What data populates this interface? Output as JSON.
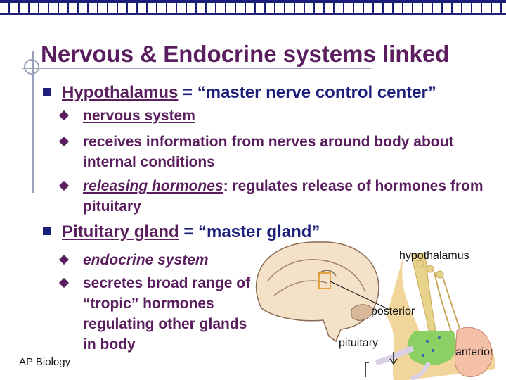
{
  "title": "Nervous & Endocrine systems linked",
  "sections": [
    {
      "term": "Hypothalamus",
      "definition": " = “master nerve control center”",
      "items": [
        {
          "label": "nervous system"
        },
        {
          "label": "receives information from nerves around body about internal conditions"
        },
        {
          "emph": "releasing hormones",
          "rest": ": regulates release of hormones from pituitary"
        }
      ]
    },
    {
      "term": "Pituitary gland",
      "definition": " = “master gland”",
      "items": [
        {
          "label": "endocrine system"
        },
        {
          "label": "secretes broad range of “tropic” hormones regulating other glands in body"
        }
      ]
    }
  ],
  "figure": {
    "labels": {
      "hypothalamus": "hypothalamus",
      "posterior": "posterior",
      "pituitary": "pituitary",
      "anterior": "anterior"
    },
    "colors": {
      "tissue": "#f2d59b",
      "neuron": "#e8d38a",
      "gland": "#8ccf63",
      "vessel": "#d9d0e6"
    }
  },
  "footer": "AP Biology"
}
